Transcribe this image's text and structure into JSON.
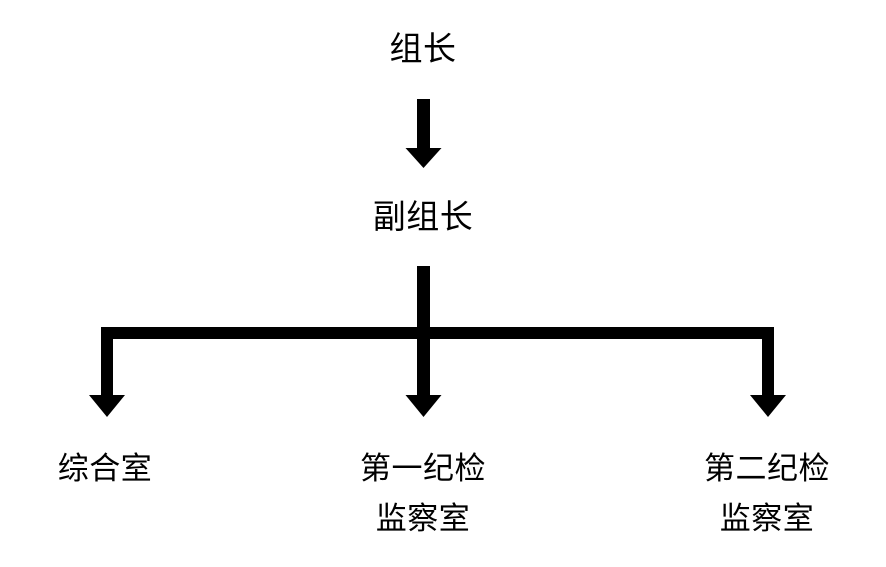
{
  "diagram": {
    "type": "organization-chart",
    "orientation": "top-down",
    "background_color": "#ffffff",
    "line_color": "#000000",
    "text_color": "#000000",
    "nodes": {
      "root": {
        "id": "group-leader",
        "label": "组长"
      },
      "deputy": {
        "id": "deputy-group-leader",
        "label": "副组长"
      },
      "leaves": [
        {
          "id": "general-office",
          "lines": [
            "综合室"
          ],
          "line1": "综合室",
          "line2": ""
        },
        {
          "id": "first-discipline-inspection-office",
          "lines": [
            "第一纪检",
            "监察室"
          ],
          "line1": "第一纪检",
          "line2": "监察室"
        },
        {
          "id": "second-discipline-inspection-office",
          "lines": [
            "第二纪检",
            "监察室"
          ],
          "line1": "第二纪检",
          "line2": "监察室"
        }
      ]
    },
    "connectors": [
      {
        "id": "root-to-deputy",
        "from": "group-leader",
        "to": "deputy-group-leader",
        "style": "arrow-down"
      },
      {
        "id": "deputy-to-general-office",
        "from": "deputy-group-leader",
        "to": "general-office",
        "style": "elbow-arrow-down"
      },
      {
        "id": "deputy-to-first-office",
        "from": "deputy-group-leader",
        "to": "first-discipline-inspection-office",
        "style": "arrow-down"
      },
      {
        "id": "deputy-to-second-office",
        "from": "deputy-group-leader",
        "to": "second-discipline-inspection-office",
        "style": "elbow-arrow-down"
      }
    ]
  }
}
